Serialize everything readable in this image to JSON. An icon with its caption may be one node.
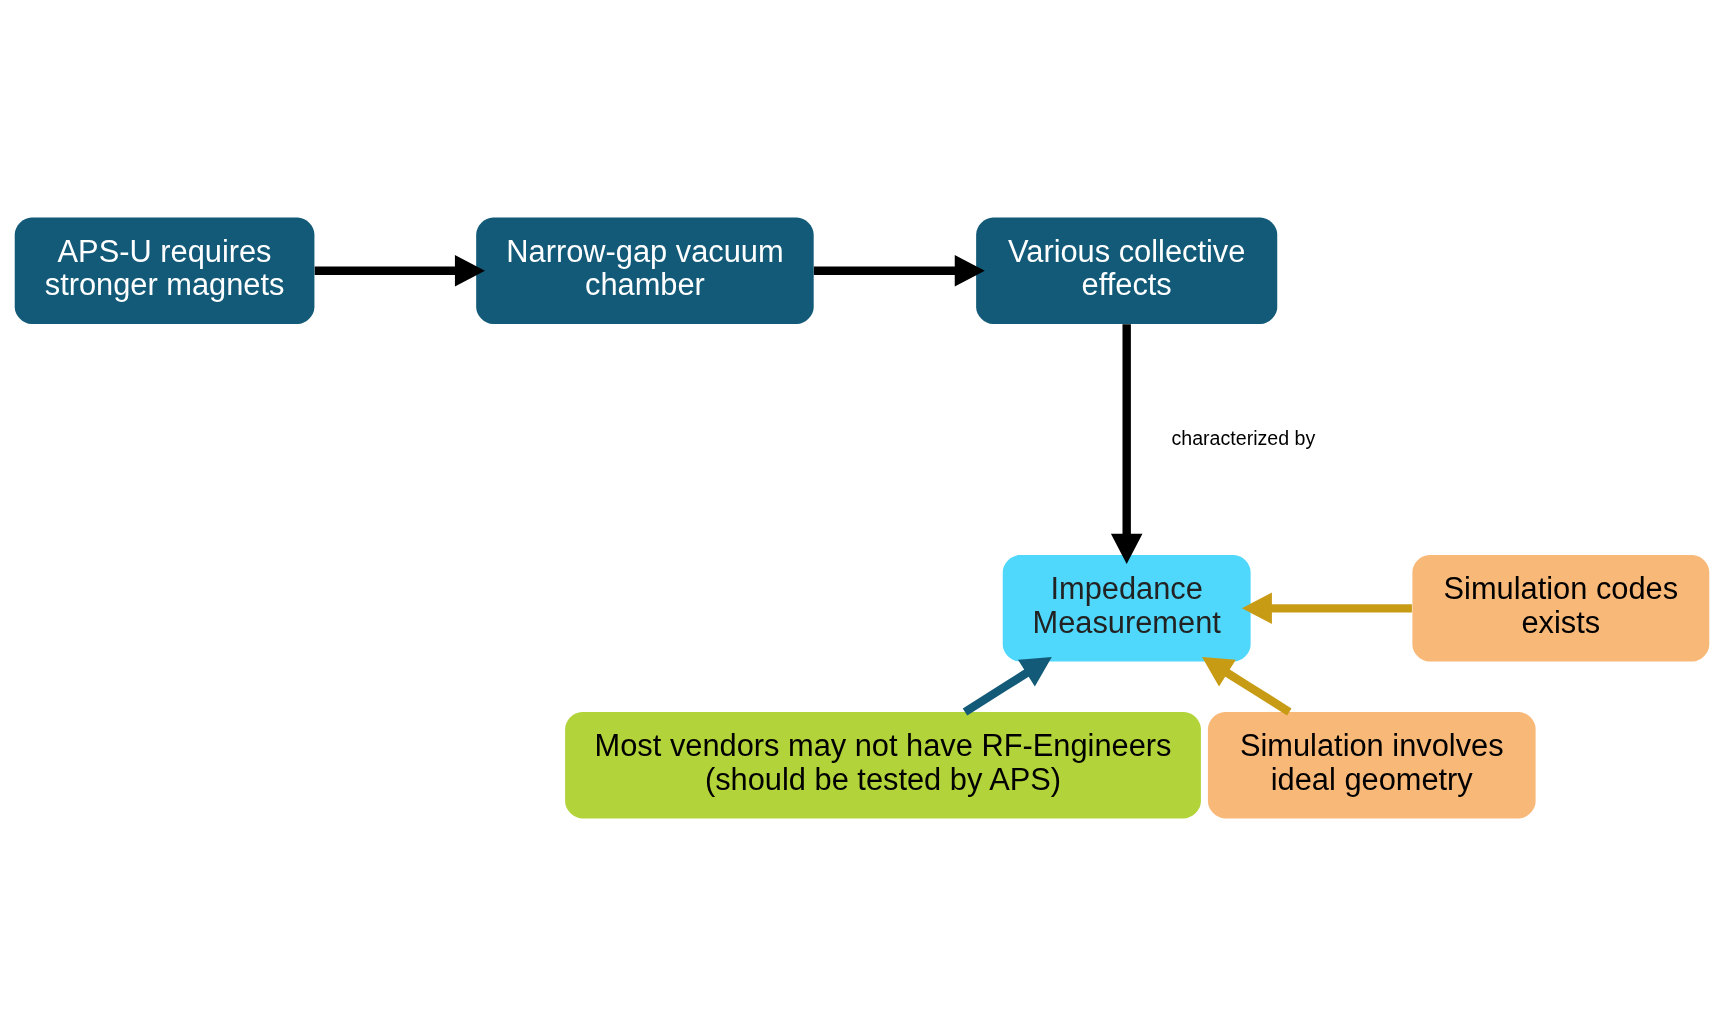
{
  "diagram": {
    "nodes": [
      {
        "text": [
          "APS-U requires stronger magnets"
        ]
      },
      {
        "text": [
          "Narrow-gap vacuum chamber"
        ]
      },
      {
        "text": [
          "Various collective effects"
        ]
      },
      {
        "text": [
          "Impedance Measurement"
        ]
      },
      {
        "text": [
          "Simulation codes exists"
        ]
      },
      {
        "text": [
          "Most vendors may not have RF-Engineers (should be tested by APS)"
        ]
      },
      {
        "text": [
          "Simulation involves ideal geometry"
        ]
      }
    ],
    "edges": [
      {
        "from": 0,
        "to": 1,
        "arrow": "to"
      },
      {
        "from": 1,
        "to": 2,
        "arrow": "to"
      },
      {
        "from": 2,
        "to": 3,
        "arrow": "to",
        "label": "characterized by"
      },
      {
        "from": 4,
        "to": 3,
        "arrow": "to",
        "color": "#c89b14"
      },
      {
        "from": 5,
        "to": 3,
        "arrow": "to",
        "color": "#125a78"
      },
      {
        "from": 6,
        "to": 3,
        "arrow": "to",
        "color": "#c89b14"
      }
    ]
  }
}
